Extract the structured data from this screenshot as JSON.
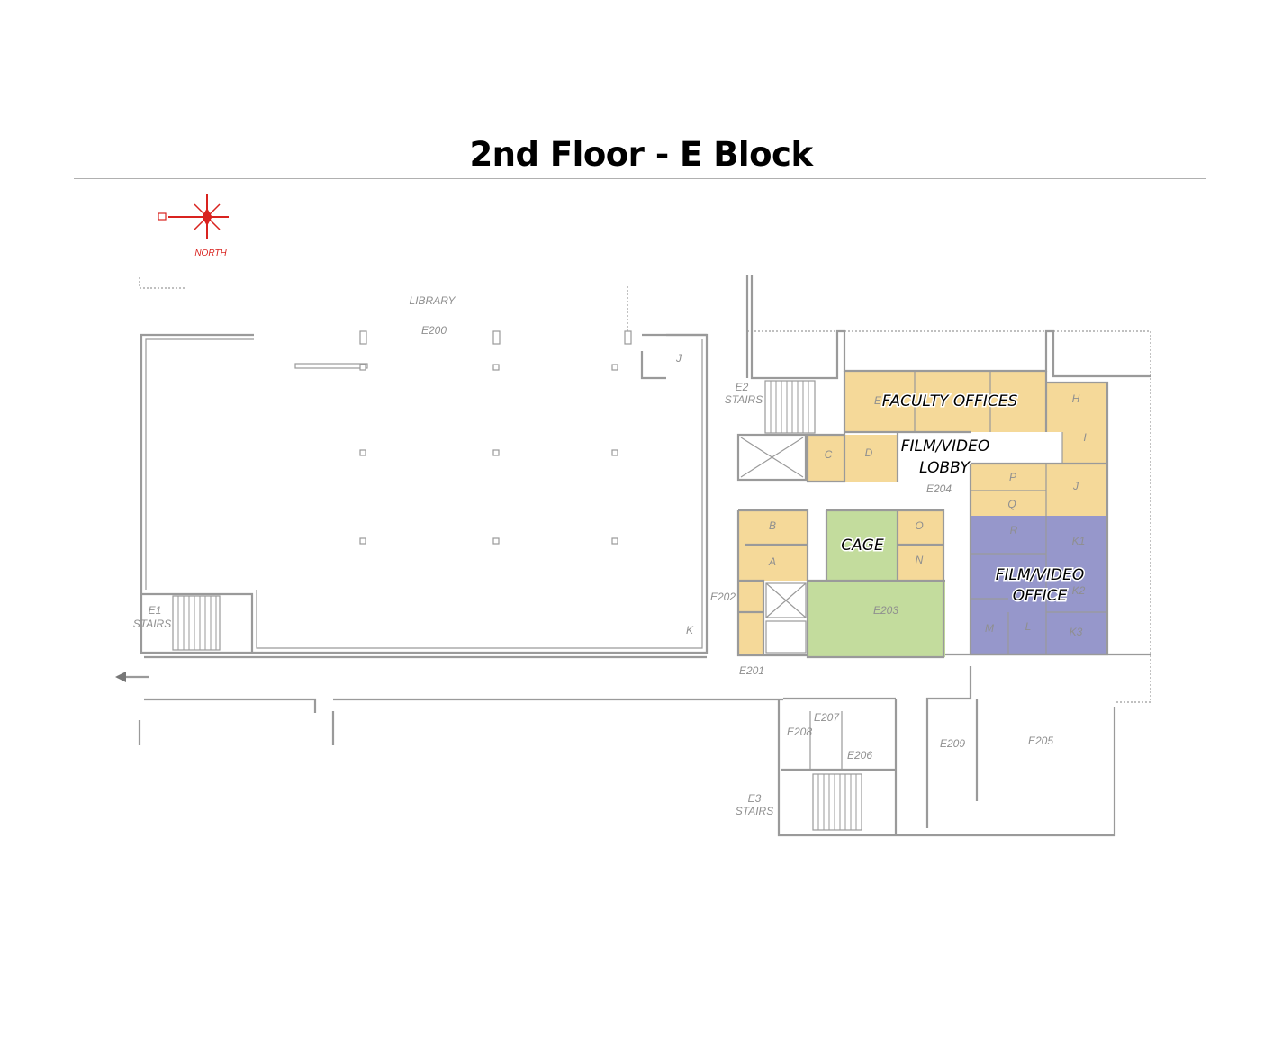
{
  "header": {
    "title": "2nd Floor - E Block"
  },
  "colors": {
    "faculty_offices": "#f5d999",
    "cage": "#c3dc9d",
    "film_video_office": "#9697cb",
    "walls": "#9a9a9a",
    "compass": "#d9231f"
  },
  "compass": {
    "label": "NORTH",
    "icon": "compass-rose-icon"
  },
  "zones": {
    "faculty_offices": "FACULTY OFFICES",
    "lobby_line1": "FILM/VIDEO",
    "lobby_line2": "LOBBY",
    "cage": "CAGE",
    "office_line1": "FILM/VIDEO",
    "office_line2": "OFFICE"
  },
  "rooms": {
    "library": "LIBRARY",
    "e200": "E200",
    "j_lib": "J",
    "k_lib": "K",
    "e2_stairs_1": "E2",
    "e2_stairs_2": "STAIRS",
    "e1_stairs_1": "E1",
    "e1_stairs_2": "STAIRS",
    "e3_stairs_1": "E3",
    "e3_stairs_2": "STAIRS",
    "e": "E",
    "c": "C",
    "d": "D",
    "h": "H",
    "i": "I",
    "j": "J",
    "p": "P",
    "q": "Q",
    "b": "B",
    "a": "A",
    "o": "O",
    "n": "N",
    "r": "R",
    "k1": "K1",
    "k2": "K2",
    "k3": "K3",
    "m": "M",
    "l": "L",
    "e201": "E201",
    "e202": "E202",
    "e203": "E203",
    "e204": "E204",
    "e205": "E205",
    "e206": "E206",
    "e207": "E207",
    "e208": "E208",
    "e209": "E209"
  }
}
